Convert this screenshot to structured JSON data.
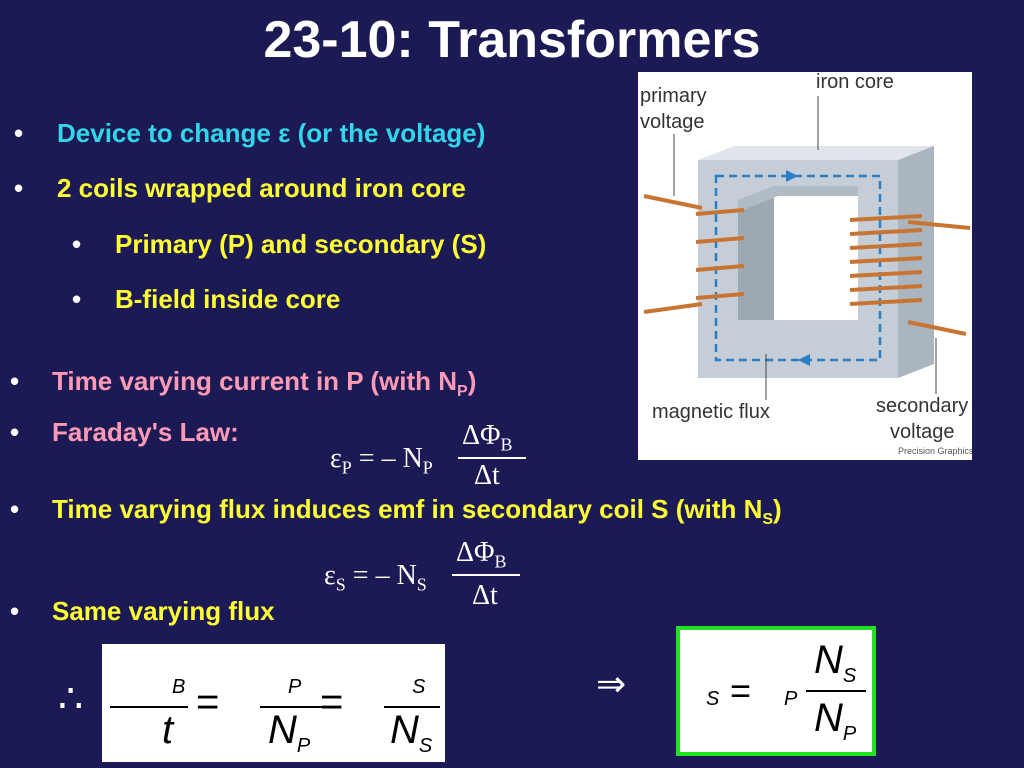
{
  "slide": {
    "title": "23-10: Transformers",
    "bullets": [
      {
        "text": "Device to change ε (or the voltage)"
      },
      {
        "text": "2 coils wrapped around iron core"
      },
      {
        "text": "Primary (P) and secondary (S)"
      },
      {
        "text": "B-field inside core"
      },
      {
        "text": "Time varying current in P (with N",
        "sub": "P",
        "tail": ")"
      },
      {
        "text": "Faraday's Law:"
      },
      {
        "text": "Time varying flux induces emf in secondary coil S (with N",
        "sub": "S",
        "tail": ")"
      },
      {
        "text": "Same varying flux"
      }
    ],
    "bullet_char": "•"
  },
  "equations": {
    "eq1": {
      "eps": "ε",
      "sub": "P",
      "eq": " = – N",
      "nsub": "P",
      "num": "ΔΦ",
      "numsub": "B",
      "den": "Δt"
    },
    "eq2": {
      "eps": "ε",
      "sub": "S",
      "eq": " = – N",
      "nsub": "S",
      "num": "ΔΦ",
      "numsub": "B",
      "den": "Δt"
    },
    "therefore": "∴",
    "implies": "⇒",
    "box1": {
      "b": "B",
      "t": "t",
      "eq": "=",
      "p": "P",
      "np": "N",
      "npsub": "P",
      "s": "S",
      "ns": "N",
      "nssub": "S"
    },
    "box2": {
      "s": "S",
      "eq": "=",
      "p": "P",
      "num": "N",
      "numsub": "S",
      "den": "N",
      "densub": "P"
    }
  },
  "diagram": {
    "labels": {
      "primary": "primary",
      "voltage1": "voltage",
      "iron_core": "iron core",
      "magnetic_flux": "magnetic flux",
      "secondary": "secondary",
      "voltage2": "voltage",
      "credit": "Precision Graphics"
    },
    "colors": {
      "core": "#c5ced6",
      "core_dark": "#9ca8b2",
      "coil": "#c87533",
      "flux": "#2a7fc4"
    }
  }
}
